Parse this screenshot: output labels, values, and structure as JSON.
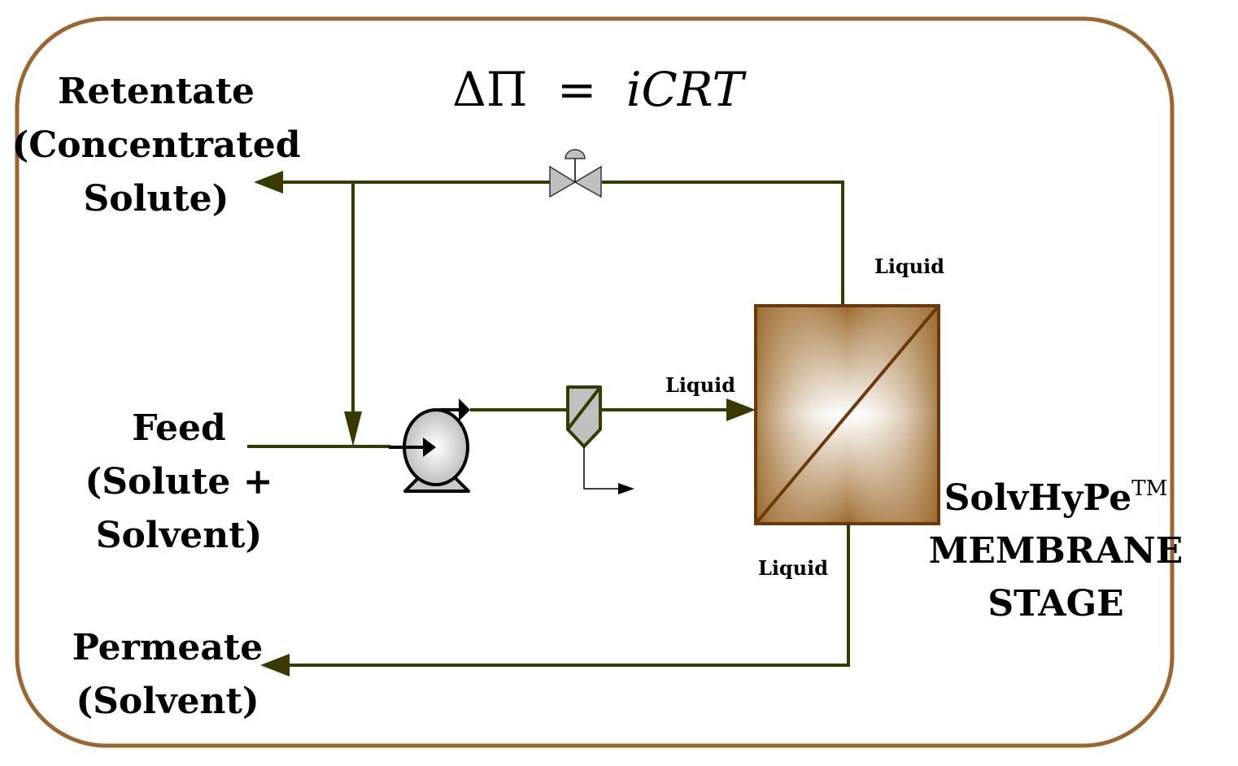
{
  "diagram": {
    "title_equation": {
      "lhs": "ΔΠ",
      "equals": "=",
      "rhs": "iCRT"
    },
    "streams": {
      "retentate": [
        "Retentate",
        "(Concentrated",
        "Solute)"
      ],
      "feed": [
        "Feed",
        "(Solute +",
        "Solvent)"
      ],
      "permeate": [
        "Permeate",
        "(Solvent)"
      ]
    },
    "phase_labels": {
      "retentate_outlet": "Liquid",
      "membrane_inlet": "Liquid",
      "permeate_outlet": "Liquid"
    },
    "membrane_stage": {
      "line1": "SolvHyPe",
      "trademark": "TM",
      "line2": "MEMBRANE",
      "line3": "STAGE"
    },
    "equipment": [
      "pressure-control-valve",
      "feed-pump",
      "cartridge-filter",
      "membrane-module"
    ],
    "colors": {
      "frame": "#9b6631",
      "pipe": "#3a3a00",
      "membrane_edge": "#6b3a0c",
      "membrane_fill": "#a0692a",
      "equipment_gray": "#c0c0c0"
    }
  }
}
